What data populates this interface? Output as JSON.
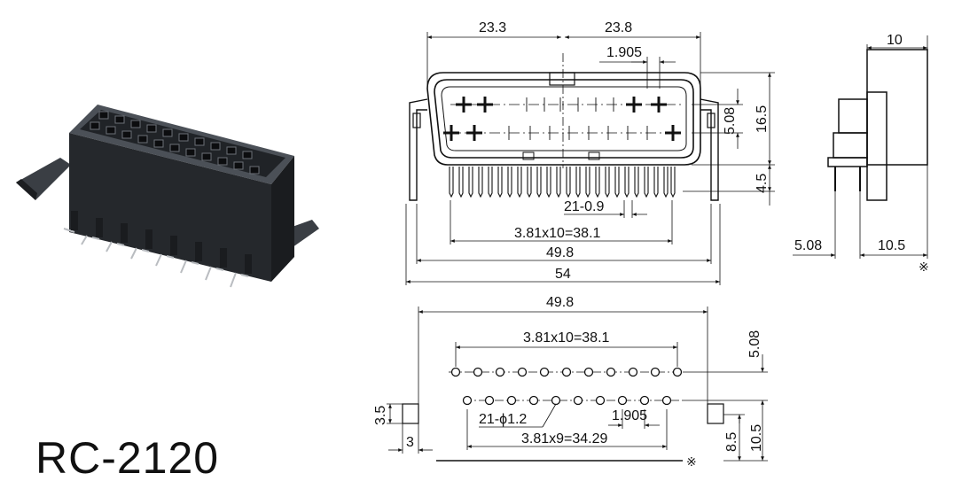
{
  "model": "RC-2120",
  "front_view": {
    "dim_left_half": "23.3",
    "dim_right_half": "23.8",
    "dim_pitch_top": "1.905",
    "dim_row_spacing": "5.08",
    "dim_height": "16.5",
    "dim_pin_length": "4.5",
    "dim_pin_count_width": "21-0.9",
    "dim_pin_span": "3.81x10=38.1",
    "dim_body_width": "49.8",
    "dim_overall_width": "54"
  },
  "side_view": {
    "dim_depth": "10",
    "dim_offset": "5.08",
    "dim_base": "10.5",
    "mark": "※"
  },
  "footprint": {
    "dim_width": "49.8",
    "dim_row1_span": "3.81x10=38.1",
    "dim_row_spacing": "5.08",
    "dim_peg_height": "3.5",
    "dim_peg_width": "3",
    "dim_hole": "21-ϕ1.2",
    "dim_pitch": "1.905",
    "dim_row2_span": "3.81x9=34.29",
    "dim_peg_offset": "8.5",
    "dim_base": "10.5",
    "mark": "※"
  },
  "colors": {
    "line": "#111111",
    "body": "#2a2d31",
    "body_light": "#5a5f66",
    "pin": "#b9bcc0"
  }
}
